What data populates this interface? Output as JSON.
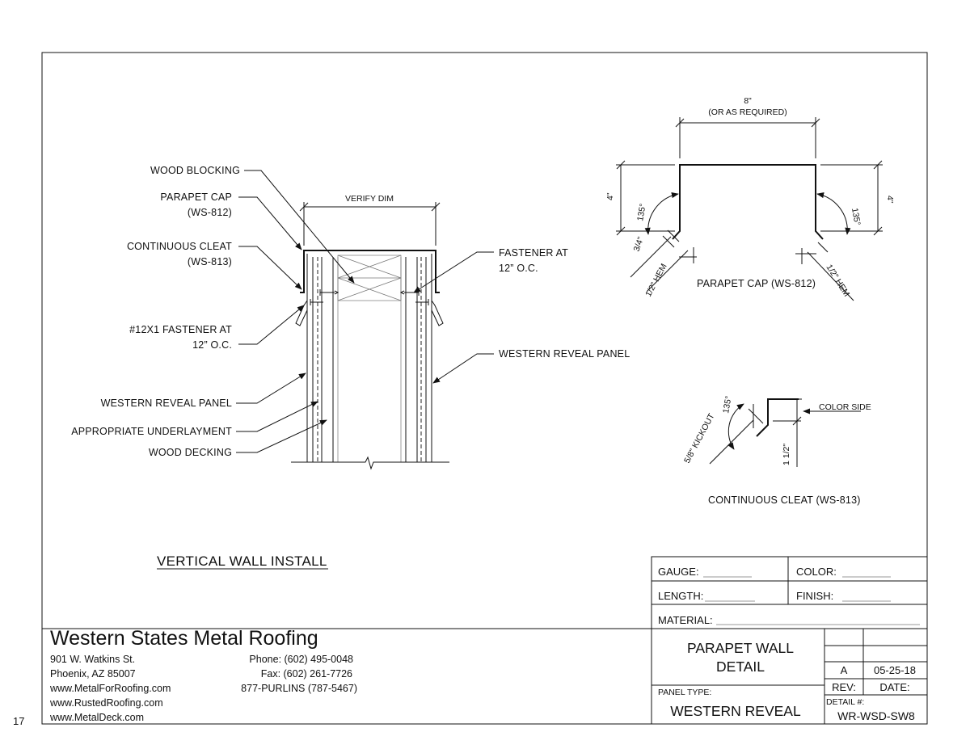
{
  "page_number": "17",
  "main_view": {
    "title": "VERTICAL WALL INSTALL",
    "verify_dim": "VERIFY DIM",
    "callouts": {
      "wood_blocking": "WOOD BLOCKING",
      "parapet_cap": [
        "PARAPET CAP",
        "(WS-812)"
      ],
      "continuous_cleat": [
        "CONTINUOUS CLEAT",
        "(WS-813)"
      ],
      "fastener_12x1": [
        "#12X1 FASTENER AT",
        "12” O.C."
      ],
      "western_reveal_left": "WESTERN REVEAL PANEL",
      "underlayment": "APPROPRIATE UNDERLAYMENT",
      "wood_decking": "WOOD DECKING",
      "fastener_right": [
        "FASTENER AT",
        "12” O.C."
      ],
      "western_reveal_right": "WESTERN REVEAL PANEL"
    }
  },
  "parapet_detail": {
    "width": "8\"",
    "width_note": "(OR AS REQUIRED)",
    "height_left": "4\"",
    "height_right": "4\"",
    "angle_left": "135°",
    "angle_right": "135°",
    "three_quarter": "3/4\"",
    "hem_left": "1/2\" HEM",
    "hem_right": "1/2\" HEM",
    "label": "PARAPET CAP (WS-812)"
  },
  "cleat_detail": {
    "angle": "135°",
    "kickout": "5/8\" KICKOUT",
    "height": "1 1/2\"",
    "color_side": "COLOR SIDE",
    "label": "CONTINUOUS CLEAT (WS-813)"
  },
  "company": {
    "name": "Western States Metal Roofing",
    "address1": "901 W. Watkins St.",
    "address2": "Phoenix, AZ 85007",
    "web1": "www.MetalForRoofing.com",
    "web2": "www.RustedRoofing.com",
    "web3": "www.MetalDeck.com",
    "phone": "Phone: (602) 495-0048",
    "fax": "Fax: (602) 261-7726",
    "tollfree": "877-PURLINS (787-5467)"
  },
  "title_block": {
    "gauge": "GAUGE:",
    "color": "COLOR:",
    "length": "LENGTH:",
    "finish": "FINISH:",
    "material": "MATERIAL:",
    "title_line1": "PARAPET WALL",
    "title_line2": "DETAIL",
    "rev_value": "A",
    "date_value": "05-25-18",
    "rev_label": "REV:",
    "date_label": "DATE:",
    "panel_type_label": "PANEL TYPE:",
    "panel_type": "WESTERN REVEAL",
    "detail_label": "DETAIL #:",
    "detail_number": "WR-WSD-SW8"
  }
}
